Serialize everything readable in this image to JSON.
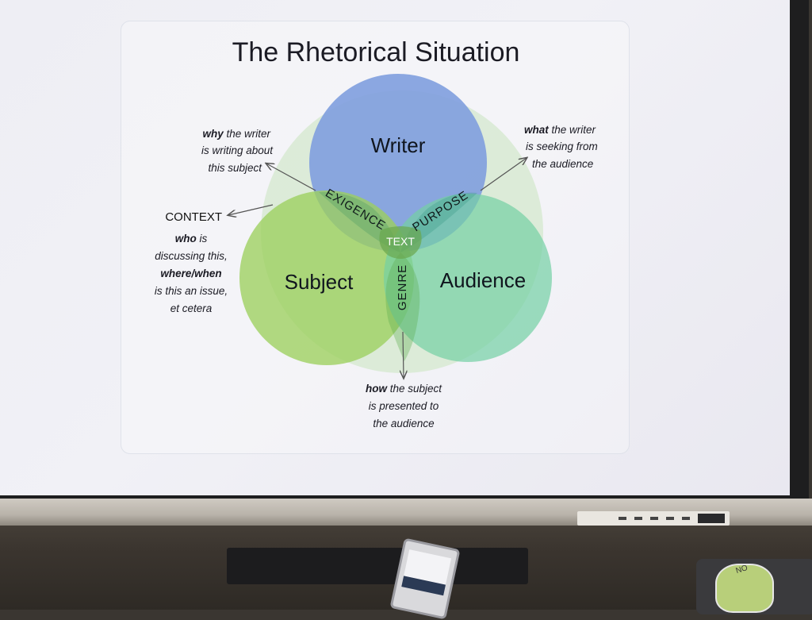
{
  "slide": {
    "title": "The Rhetorical Situation",
    "circles": {
      "writer": "Writer",
      "subject": "Subject",
      "audience": "Audience"
    },
    "overlaps": {
      "exigence": "EXIGENCE",
      "purpose": "PURPOSE",
      "genre": "GENRE",
      "center": "TEXT"
    },
    "notes": {
      "why": {
        "bold": "why",
        "line1_rest": " the writer",
        "line2": "is writing about",
        "line3": "this subject"
      },
      "what": {
        "bold": "what",
        "line1_rest": " the writer",
        "line2": "is seeking from",
        "line3": "the audience"
      },
      "context": {
        "heading": "CONTEXT",
        "line1_bold": "who",
        "line1_rest": " is",
        "line2": "discussing this,",
        "line3_bold": "where/when",
        "line4": "is this an issue,",
        "line5": "et cetera"
      },
      "how": {
        "bold": "how",
        "line1_rest": " the subject",
        "line2": "is presented to",
        "line3": "the audience"
      }
    },
    "colors": {
      "writer": "#7f9fde",
      "subject": "#9ccf5e",
      "audience": "#74d0a4",
      "halo": "#c9e3bd"
    }
  },
  "environment": {
    "sticker_text": "NO"
  }
}
